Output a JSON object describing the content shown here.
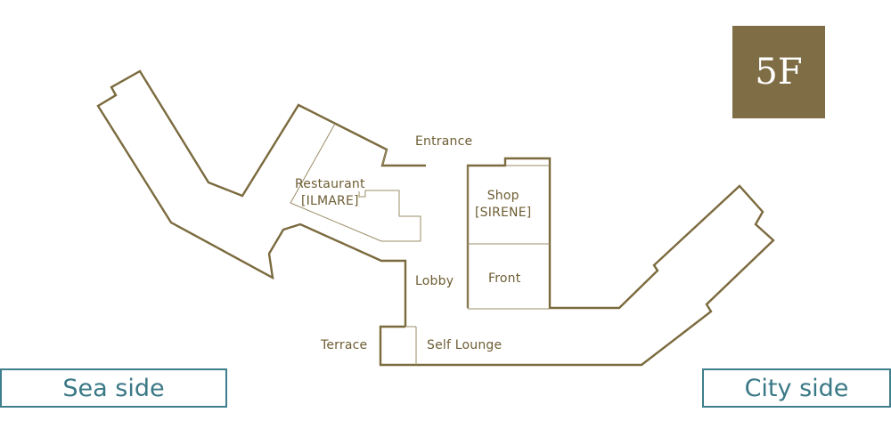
{
  "floor": {
    "label": "5F"
  },
  "labels": {
    "entrance": "Entrance",
    "restaurant": "Restaurant\n[ILMARE]",
    "shop": "Shop\n[SIRENE]",
    "front": "Front",
    "lobby": "Lobby",
    "terrace": "Terrace",
    "self_lounge": "Self Lounge"
  },
  "navigation": {
    "sea_side": "Sea side",
    "city_side": "City side"
  },
  "colors": {
    "wall": "#7b6a3e",
    "badge": "#7f6e45",
    "button_border": "#3f7e8c",
    "label_text": "#6d5d33"
  }
}
